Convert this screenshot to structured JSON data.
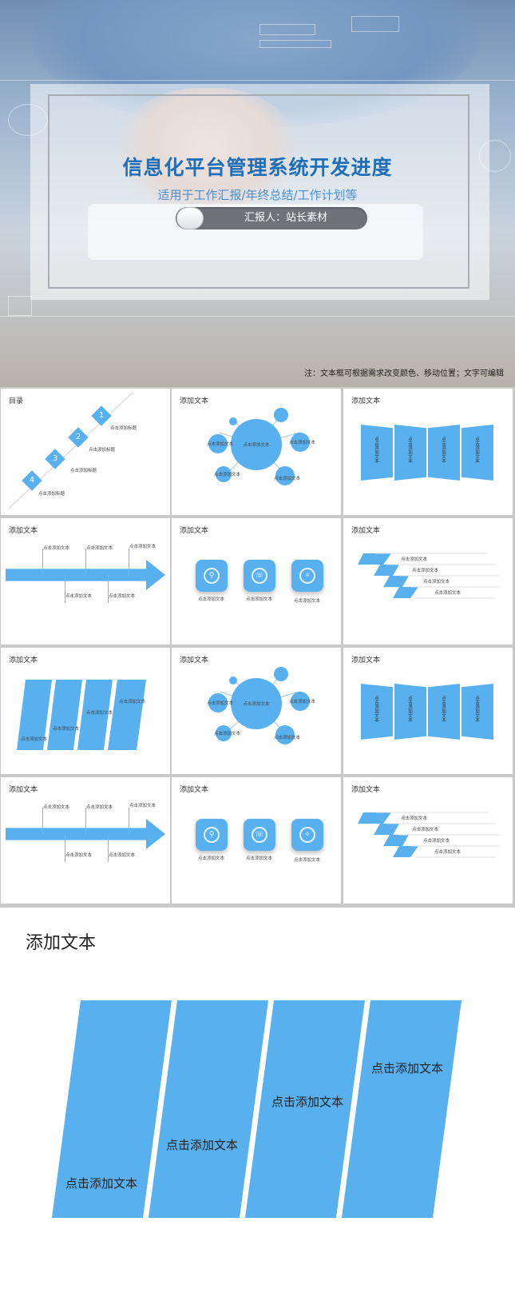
{
  "cover": {
    "title": "信息化平台管理系统开发进度",
    "subtitle": "适用于工作汇报/年终总结/工作计划等",
    "reporter": "汇报人：站长素材",
    "note": "注：文本框可根据需求改变颜色、移动位置；文字可编辑"
  },
  "thumbs": {
    "toc": {
      "title": "目录",
      "items": [
        {
          "num": "1",
          "label": "点击添加标题"
        },
        {
          "num": "2",
          "label": "点击添加标题"
        },
        {
          "num": "3",
          "label": "点击添加标题"
        },
        {
          "num": "4",
          "label": "点击添加标题"
        }
      ]
    },
    "slide_title": "添加文本",
    "item_label": "点击添加文本",
    "vertical_label": "点击添加文本"
  },
  "big_slide": {
    "title": "添加文本",
    "panels": [
      "点击添加文本",
      "点击添加文本",
      "点击添加文本",
      "点击添加文本"
    ]
  },
  "colors": {
    "accent": "#58b0ef",
    "title_blue": "#1f6fb8"
  }
}
